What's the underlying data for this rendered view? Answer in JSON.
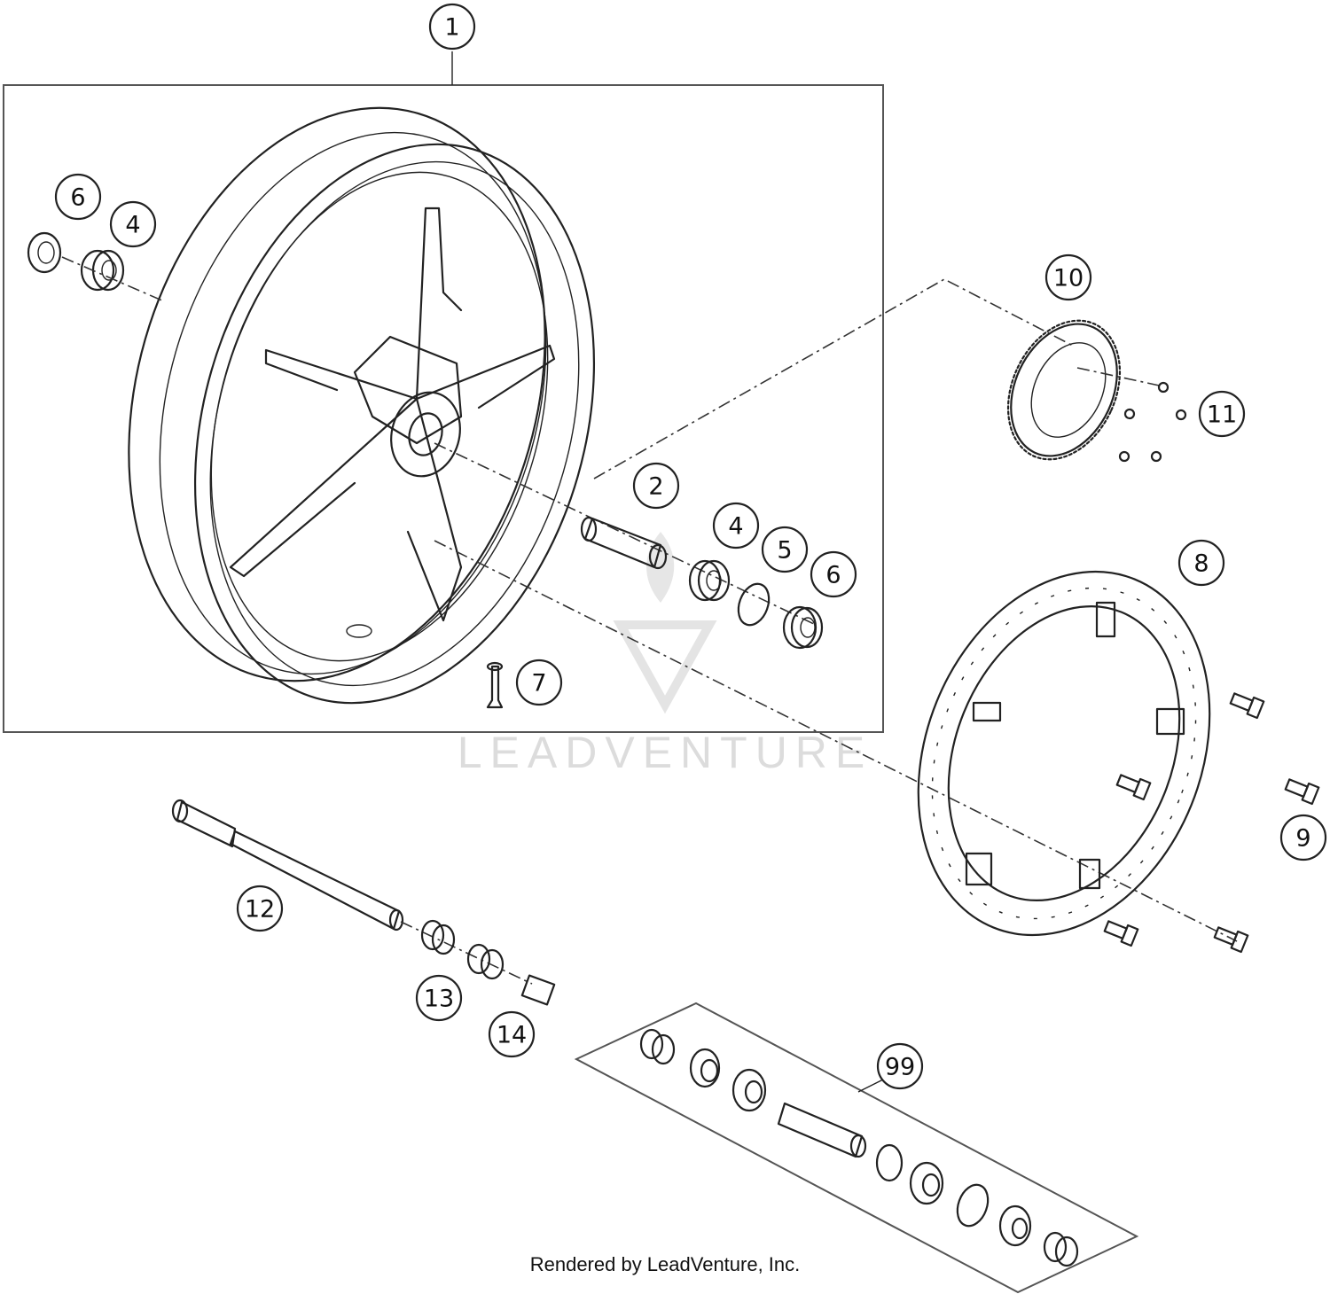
{
  "watermark": {
    "text": "LEADVENTURE"
  },
  "footer": {
    "credit": "Rendered by LeadVenture, Inc."
  },
  "callouts": [
    {
      "id": "c-1",
      "label": "1"
    },
    {
      "id": "c-6a",
      "label": "6"
    },
    {
      "id": "c-4a",
      "label": "4"
    },
    {
      "id": "c-10",
      "label": "10"
    },
    {
      "id": "c-11",
      "label": "11"
    },
    {
      "id": "c-2",
      "label": "2"
    },
    {
      "id": "c-4b",
      "label": "4"
    },
    {
      "id": "c-5",
      "label": "5"
    },
    {
      "id": "c-6b",
      "label": "6"
    },
    {
      "id": "c-8",
      "label": "8"
    },
    {
      "id": "c-7",
      "label": "7"
    },
    {
      "id": "c-9",
      "label": "9"
    },
    {
      "id": "c-12",
      "label": "12"
    },
    {
      "id": "c-13",
      "label": "13"
    },
    {
      "id": "c-14",
      "label": "14"
    },
    {
      "id": "c-99",
      "label": "99"
    }
  ]
}
